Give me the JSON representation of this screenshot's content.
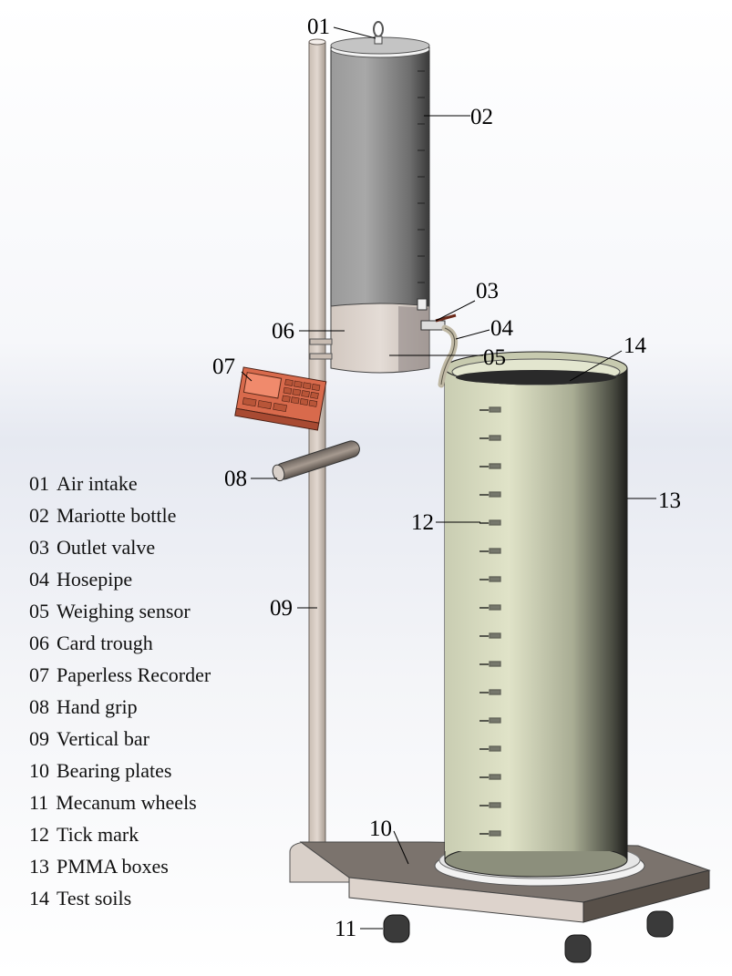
{
  "figure": {
    "title": "Mariotte bottle infiltration test apparatus",
    "colors": {
      "mariotte_bottle": "#8a8a8a",
      "pmma_box": "#d8dcc0",
      "frame": "#d6ccc4",
      "recorder": "#d9684a",
      "soil": "#2a2a2a",
      "wheels": "#333333"
    }
  },
  "callouts": [
    {
      "id": "01",
      "label": "01"
    },
    {
      "id": "02",
      "label": "02"
    },
    {
      "id": "03",
      "label": "03"
    },
    {
      "id": "04",
      "label": "04"
    },
    {
      "id": "05",
      "label": "05"
    },
    {
      "id": "06",
      "label": "06"
    },
    {
      "id": "07",
      "label": "07"
    },
    {
      "id": "08",
      "label": "08"
    },
    {
      "id": "09",
      "label": "09"
    },
    {
      "id": "10",
      "label": "10"
    },
    {
      "id": "11",
      "label": "11"
    },
    {
      "id": "12",
      "label": "12"
    },
    {
      "id": "13",
      "label": "13"
    },
    {
      "id": "14",
      "label": "14"
    }
  ],
  "legend": [
    {
      "num": "01",
      "text": "Air intake"
    },
    {
      "num": "02",
      "text": "Mariotte bottle"
    },
    {
      "num": "03",
      "text": "Outlet valve"
    },
    {
      "num": "04",
      "text": "Hosepipe"
    },
    {
      "num": "05",
      "text": "Weighing sensor"
    },
    {
      "num": "06",
      "text": "Card trough"
    },
    {
      "num": "07",
      "text": "Paperless Recorder"
    },
    {
      "num": "08",
      "text": "Hand grip"
    },
    {
      "num": "09",
      "text": "Vertical bar"
    },
    {
      "num": "10",
      "text": "Bearing plates"
    },
    {
      "num": "11",
      "text": "Mecanum wheels"
    },
    {
      "num": "12",
      "text": "Tick mark"
    },
    {
      "num": "13",
      "text": "PMMA boxes"
    },
    {
      "num": "14",
      "text": "Test soils"
    }
  ]
}
